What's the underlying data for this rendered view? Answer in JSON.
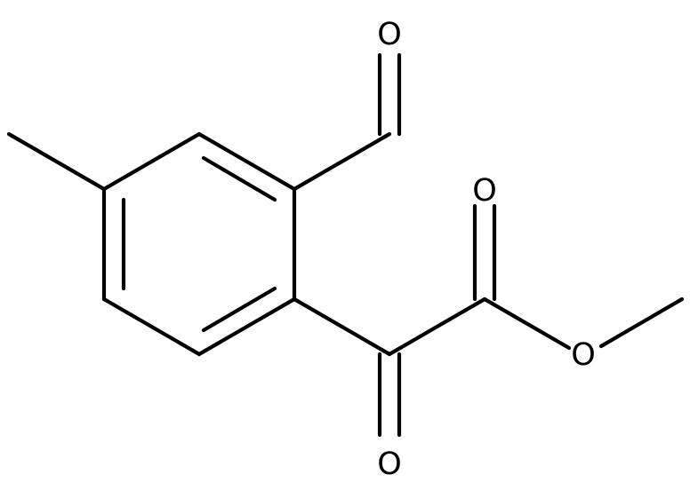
{
  "atoms": {
    "aldehyde_oxygen": "O",
    "ester_carbonyl_oxygen": "O",
    "ester_ether_oxygen": "O",
    "ketone_oxygen": "O"
  },
  "colors": {
    "bond": "#000000",
    "background": "#ffffff"
  }
}
